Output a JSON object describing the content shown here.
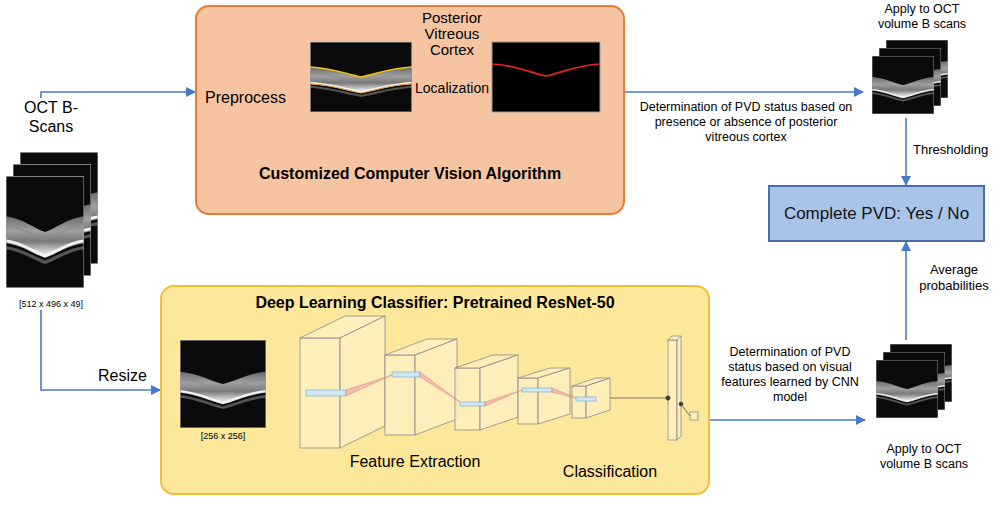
{
  "diagram": {
    "nodes": [
      {
        "text": [
          "OCT B-Scans",
          "[512 x 496 x 49]"
        ]
      },
      {
        "text": [
          "Customized Computer Vision Algorithm"
        ]
      },
      {
        "text": [
          "Deep Learning Classifier: Pretrained ResNet-50"
        ]
      },
      {
        "text": [
          "Apply to OCT volume B scans"
        ]
      },
      {
        "text": [
          "Complete PVD: Yes / No"
        ]
      },
      {
        "text": [
          "Apply to OCT volume B scans"
        ]
      }
    ],
    "edges": [
      {
        "from": 0,
        "to": 1,
        "arrow": "to"
      },
      {
        "from": 0,
        "to": 2,
        "label": "Resize",
        "arrow": "to"
      },
      {
        "from": 1,
        "to": 3,
        "label": "Determination of PVD status based on presence or absence of posterior vitreous cortex",
        "arrow": "to"
      },
      {
        "from": 3,
        "to": 4,
        "label": "Thresholding",
        "arrow": "to"
      },
      {
        "from": 2,
        "to": 5,
        "label": "Determination of PVD status based on visual features learned by CNN model",
        "arrow": "to"
      },
      {
        "from": 5,
        "to": 4,
        "label": "Average probabilities",
        "arrow": "to"
      }
    ],
    "labels": [
      "Preprocess",
      "Posterior Vitreous Cortex",
      "Localization",
      "[256 x 256]",
      "Feature Extraction",
      "Classification"
    ]
  }
}
